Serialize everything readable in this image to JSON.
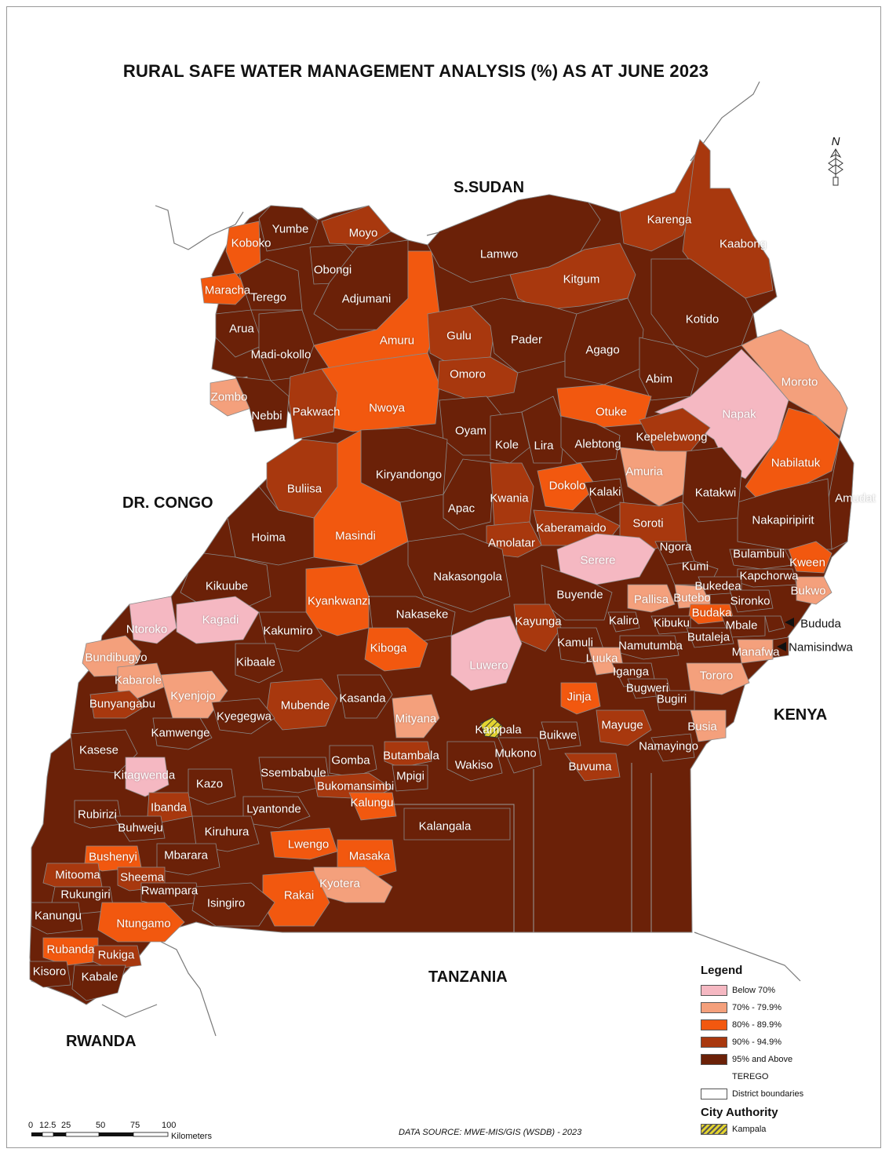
{
  "title": "RURAL SAFE WATER MANAGEMENT ANALYSIS  (%) AS AT JUNE 2023",
  "countries": [
    "S.SUDAN",
    "DR. CONGO",
    "KENYA",
    "TANZANIA",
    "RWANDA"
  ],
  "colors": {
    "below_70": "#f5b8c2",
    "r70_79": "#f4a07c",
    "r80_89": "#f2580f",
    "r90_94": "#a8380e",
    "r95_up": "#6b2108",
    "kampala": "#e3d430",
    "lake": "#ffffff",
    "boundary": "#8a8a8a"
  },
  "legend": {
    "title": "Legend",
    "items": [
      {
        "label": "Below  70%",
        "color": "#f5b8c2"
      },
      {
        "label": "70%  -  79.9%",
        "color": "#f4a07c"
      },
      {
        "label": "80%  -  89.9%",
        "color": "#f2580f"
      },
      {
        "label": "90%  -  94.9%",
        "color": "#a8380e"
      },
      {
        "label": "95% and Above",
        "color": "#6b2108"
      }
    ],
    "terego": "TEREGO",
    "boundaries": "District boundaries",
    "city_title": "City Authority",
    "city_item": "Kampala"
  },
  "north": "N",
  "scale": {
    "ticks": [
      "0",
      "12.5",
      "25",
      "50",
      "75",
      "100"
    ],
    "unit": "Kilometers"
  },
  "source": "DATA SOURCE: MWE-MIS/GIS (WSDB) - 2023",
  "districts": [
    {
      "name": "Koboko",
      "cat": "r80_89"
    },
    {
      "name": "Yumbe",
      "cat": "r95_up"
    },
    {
      "name": "Moyo",
      "cat": "r90_94"
    },
    {
      "name": "Obongi",
      "cat": "r95_up"
    },
    {
      "name": "Adjumani",
      "cat": "r95_up"
    },
    {
      "name": "Maracha",
      "cat": "r80_89"
    },
    {
      "name": "Terego",
      "cat": "r95_up"
    },
    {
      "name": "Arua",
      "cat": "r95_up"
    },
    {
      "name": "Madi-okollo",
      "cat": "r95_up"
    },
    {
      "name": "Zombo",
      "cat": "r70_79"
    },
    {
      "name": "Nebbi",
      "cat": "r95_up"
    },
    {
      "name": "Pakwach",
      "cat": "r90_94"
    },
    {
      "name": "Amuru",
      "cat": "r80_89"
    },
    {
      "name": "Nwoya",
      "cat": "r80_89"
    },
    {
      "name": "Gulu",
      "cat": "r90_94"
    },
    {
      "name": "Omoro",
      "cat": "r90_94"
    },
    {
      "name": "Lamwo",
      "cat": "r95_up"
    },
    {
      "name": "Kitgum",
      "cat": "r90_94"
    },
    {
      "name": "Pader",
      "cat": "r95_up"
    },
    {
      "name": "Agago",
      "cat": "r95_up"
    },
    {
      "name": "Karenga",
      "cat": "r90_94"
    },
    {
      "name": "Kaabong",
      "cat": "r90_94"
    },
    {
      "name": "Kotido",
      "cat": "r95_up"
    },
    {
      "name": "Abim",
      "cat": "r95_up"
    },
    {
      "name": "Moroto",
      "cat": "r70_79"
    },
    {
      "name": "Napak",
      "cat": "below_70"
    },
    {
      "name": "Nabilatuk",
      "cat": "r80_89"
    },
    {
      "name": "Amudat",
      "cat": "r95_up"
    },
    {
      "name": "Nakapiripirit",
      "cat": "r95_up"
    },
    {
      "name": "Otuke",
      "cat": "r80_89"
    },
    {
      "name": "Kepelebwong",
      "cat": "r90_94"
    },
    {
      "name": "Oyam",
      "cat": "r95_up"
    },
    {
      "name": "Kole",
      "cat": "r95_up"
    },
    {
      "name": "Lira",
      "cat": "r95_up"
    },
    {
      "name": "Alebtong",
      "cat": "r95_up"
    },
    {
      "name": "Amuria",
      "cat": "r70_79"
    },
    {
      "name": "Katakwi",
      "cat": "r95_up"
    },
    {
      "name": "Kiryandongo",
      "cat": "r95_up"
    },
    {
      "name": "Apac",
      "cat": "r95_up"
    },
    {
      "name": "Kwania",
      "cat": "r90_94"
    },
    {
      "name": "Dokolo",
      "cat": "r80_89"
    },
    {
      "name": "Kalaki",
      "cat": "r95_up"
    },
    {
      "name": "Kaberamaido",
      "cat": "r90_94"
    },
    {
      "name": "Soroti",
      "cat": "r90_94"
    },
    {
      "name": "Buliisa",
      "cat": "r90_94"
    },
    {
      "name": "Masindi",
      "cat": "r80_89"
    },
    {
      "name": "Hoima",
      "cat": "r95_up"
    },
    {
      "name": "Amolatar",
      "cat": "r90_94"
    },
    {
      "name": "Serere",
      "cat": "below_70"
    },
    {
      "name": "Ngora",
      "cat": "r95_up"
    },
    {
      "name": "Kumi",
      "cat": "r95_up"
    },
    {
      "name": "Bulambuli",
      "cat": "r95_up"
    },
    {
      "name": "Kween",
      "cat": "r80_89"
    },
    {
      "name": "Kapchorwa",
      "cat": "r95_up"
    },
    {
      "name": "Bukwo",
      "cat": "r70_79"
    },
    {
      "name": "Nakasongola",
      "cat": "r95_up"
    },
    {
      "name": "Kikuube",
      "cat": "r95_up"
    },
    {
      "name": "Kyankwanzi",
      "cat": "r80_89"
    },
    {
      "name": "Buyende",
      "cat": "r95_up"
    },
    {
      "name": "Pallisa",
      "cat": "r70_79"
    },
    {
      "name": "Butebo",
      "cat": "r70_79"
    },
    {
      "name": "Bukedea",
      "cat": "r95_up"
    },
    {
      "name": "Sironko",
      "cat": "r95_up"
    },
    {
      "name": "Budaka",
      "cat": "r80_89"
    },
    {
      "name": "Ntoroko",
      "cat": "below_70"
    },
    {
      "name": "Kagadi",
      "cat": "below_70"
    },
    {
      "name": "Nakaseke",
      "cat": "r95_up"
    },
    {
      "name": "Kayunga",
      "cat": "r90_94"
    },
    {
      "name": "Kaliro",
      "cat": "r95_up"
    },
    {
      "name": "Kibuku",
      "cat": "r95_up"
    },
    {
      "name": "Mbale",
      "cat": "r95_up"
    },
    {
      "name": "Bududa",
      "cat": "r95_up"
    },
    {
      "name": "Kakumiro",
      "cat": "r95_up"
    },
    {
      "name": "Kiboga",
      "cat": "r80_89"
    },
    {
      "name": "Kamuli",
      "cat": "r95_up"
    },
    {
      "name": "Namutumba",
      "cat": "r95_up"
    },
    {
      "name": "Butaleja",
      "cat": "r95_up"
    },
    {
      "name": "Manafwa",
      "cat": "r70_79"
    },
    {
      "name": "Namisindwa",
      "cat": "r95_up"
    },
    {
      "name": "Bundibugyo",
      "cat": "r70_79"
    },
    {
      "name": "Kabarole",
      "cat": "r70_79"
    },
    {
      "name": "Kibaale",
      "cat": "r95_up"
    },
    {
      "name": "Luwero",
      "cat": "below_70"
    },
    {
      "name": "Luuka",
      "cat": "r70_79"
    },
    {
      "name": "Iganga",
      "cat": "r95_up"
    },
    {
      "name": "Tororo",
      "cat": "r70_79"
    },
    {
      "name": "Bunyangabu",
      "cat": "r90_94"
    },
    {
      "name": "Kyenjojo",
      "cat": "r70_79"
    },
    {
      "name": "Mubende",
      "cat": "r90_94"
    },
    {
      "name": "Kasanda",
      "cat": "r95_up"
    },
    {
      "name": "Jinja",
      "cat": "r80_89"
    },
    {
      "name": "Bugweri",
      "cat": "r95_up"
    },
    {
      "name": "Bugiri",
      "cat": "r95_up"
    },
    {
      "name": "Kyegegwa",
      "cat": "r95_up"
    },
    {
      "name": "Mityana",
      "cat": "r70_79"
    },
    {
      "name": "Kampala",
      "cat": "kampala"
    },
    {
      "name": "Mayuge",
      "cat": "r90_94"
    },
    {
      "name": "Busia",
      "cat": "r70_79"
    },
    {
      "name": "Kamwenge",
      "cat": "r95_up"
    },
    {
      "name": "Kasese",
      "cat": "r95_up"
    },
    {
      "name": "Buikwe",
      "cat": "r95_up"
    },
    {
      "name": "Namayingo",
      "cat": "r95_up"
    },
    {
      "name": "Gomba",
      "cat": "r95_up"
    },
    {
      "name": "Butambala",
      "cat": "r90_94"
    },
    {
      "name": "Mukono",
      "cat": "r95_up"
    },
    {
      "name": "Wakiso",
      "cat": "r95_up"
    },
    {
      "name": "Buvuma",
      "cat": "r90_94"
    },
    {
      "name": "Kitagwenda",
      "cat": "below_70"
    },
    {
      "name": "Kazo",
      "cat": "r95_up"
    },
    {
      "name": "Ssembabule",
      "cat": "r95_up"
    },
    {
      "name": "Mpigi",
      "cat": "r95_up"
    },
    {
      "name": "Bukomansimbi",
      "cat": "r90_94"
    },
    {
      "name": "Ibanda",
      "cat": "r90_94"
    },
    {
      "name": "Rubirizi",
      "cat": "r95_up"
    },
    {
      "name": "Kalungu",
      "cat": "r80_89"
    },
    {
      "name": "Lyantonde",
      "cat": "r95_up"
    },
    {
      "name": "Kalangala",
      "cat": "r95_up"
    },
    {
      "name": "Buhweju",
      "cat": "r95_up"
    },
    {
      "name": "Kiruhura",
      "cat": "r95_up"
    },
    {
      "name": "Lwengo",
      "cat": "r80_89"
    },
    {
      "name": "Bushenyi",
      "cat": "r80_89"
    },
    {
      "name": "Mbarara",
      "cat": "r95_up"
    },
    {
      "name": "Masaka",
      "cat": "r80_89"
    },
    {
      "name": "Mitooma",
      "cat": "r90_94"
    },
    {
      "name": "Sheema",
      "cat": "r90_94"
    },
    {
      "name": "Rwampara",
      "cat": "r95_up"
    },
    {
      "name": "Rukungiri",
      "cat": "r95_up"
    },
    {
      "name": "Kyotera",
      "cat": "r70_79"
    },
    {
      "name": "Rakai",
      "cat": "r80_89"
    },
    {
      "name": "Isingiro",
      "cat": "r95_up"
    },
    {
      "name": "Kanungu",
      "cat": "r95_up"
    },
    {
      "name": "Ntungamo",
      "cat": "r80_89"
    },
    {
      "name": "Rubanda",
      "cat": "r80_89"
    },
    {
      "name": "Rukiga",
      "cat": "r90_94"
    },
    {
      "name": "Kisoro",
      "cat": "r95_up"
    },
    {
      "name": "Kabale",
      "cat": "r95_up"
    }
  ]
}
